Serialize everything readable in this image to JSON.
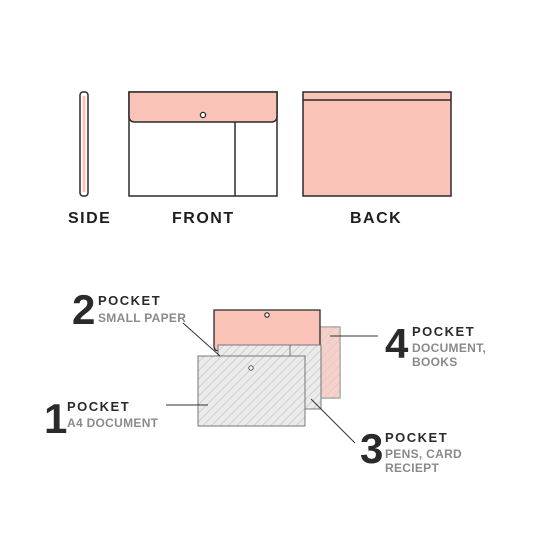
{
  "colors": {
    "pink": "#f9c3b8",
    "stroke": "#2b2b2b",
    "hatch_bg": "#ebebeb",
    "hatch_line": "#c8c8c8"
  },
  "views": {
    "side": "SIDE",
    "front": "FRONT",
    "back": "BACK"
  },
  "pockets": [
    {
      "number": "1",
      "title": "POCKET",
      "desc": [
        "A4 DOCUMENT"
      ]
    },
    {
      "number": "2",
      "title": "POCKET",
      "desc": [
        "SMALL PAPER"
      ]
    },
    {
      "number": "3",
      "title": "POCKET",
      "desc": [
        "PENS, CARD",
        "RECIEPT"
      ]
    },
    {
      "number": "4",
      "title": "POCKET",
      "desc": [
        "DOCUMENT,",
        "BOOKS"
      ]
    }
  ]
}
